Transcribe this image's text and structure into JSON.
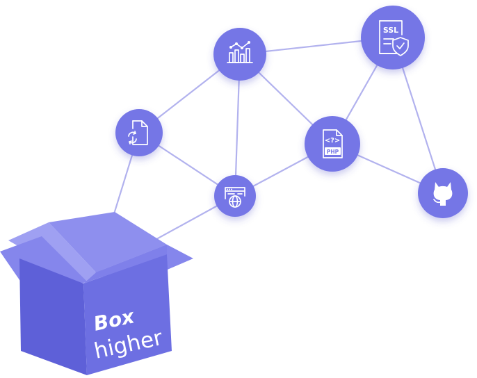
{
  "box": {
    "brand_bold": "Box",
    "brand_light": "higher"
  },
  "nodes": [
    {
      "id": "analytics",
      "icon": "bar-chart-icon"
    },
    {
      "id": "ssl",
      "icon": "ssl-certificate-icon",
      "label": "SSL"
    },
    {
      "id": "file-sync",
      "icon": "file-sync-icon"
    },
    {
      "id": "php",
      "icon": "php-file-icon",
      "label": "PHP",
      "code": "<?>"
    },
    {
      "id": "web",
      "icon": "web-globe-icon"
    },
    {
      "id": "github",
      "icon": "github-icon"
    }
  ],
  "edges": [
    [
      "analytics",
      "ssl"
    ],
    [
      "analytics",
      "file-sync"
    ],
    [
      "analytics",
      "web"
    ],
    [
      "analytics",
      "php"
    ],
    [
      "ssl",
      "php"
    ],
    [
      "ssl",
      "github"
    ],
    [
      "file-sync",
      "web"
    ],
    [
      "web",
      "php"
    ],
    [
      "php",
      "github"
    ],
    [
      "box",
      "file-sync"
    ],
    [
      "box",
      "web"
    ]
  ],
  "colors": {
    "node": "#7576e6",
    "edge": "#b2b2ee",
    "box_front": "#6d6fe2",
    "box_side": "#5b5dd6"
  }
}
